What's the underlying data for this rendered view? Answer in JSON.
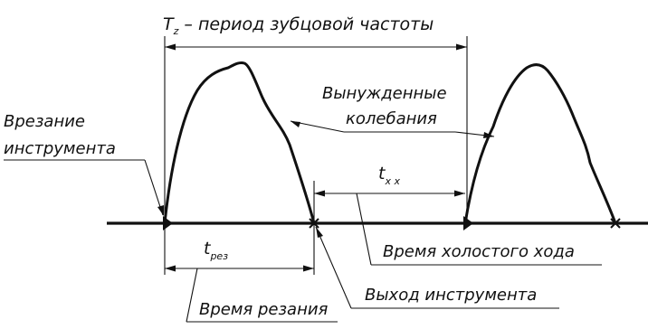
{
  "labels": {
    "period_main": "T",
    "period_sub": "z",
    "period_text": " – период зубцовой частоты",
    "forced_line1": "Вынужденные",
    "forced_line2": "колебания",
    "entry_line1": "Врезание",
    "entry_line2": "инструмента",
    "idle_main": "t",
    "idle_sub": "x x",
    "idle_caption": "Время холостого хода",
    "cut_main": "t",
    "cut_sub": "рез",
    "cut_caption": "Время резания",
    "exit_caption": "Выход инструмента"
  }
}
